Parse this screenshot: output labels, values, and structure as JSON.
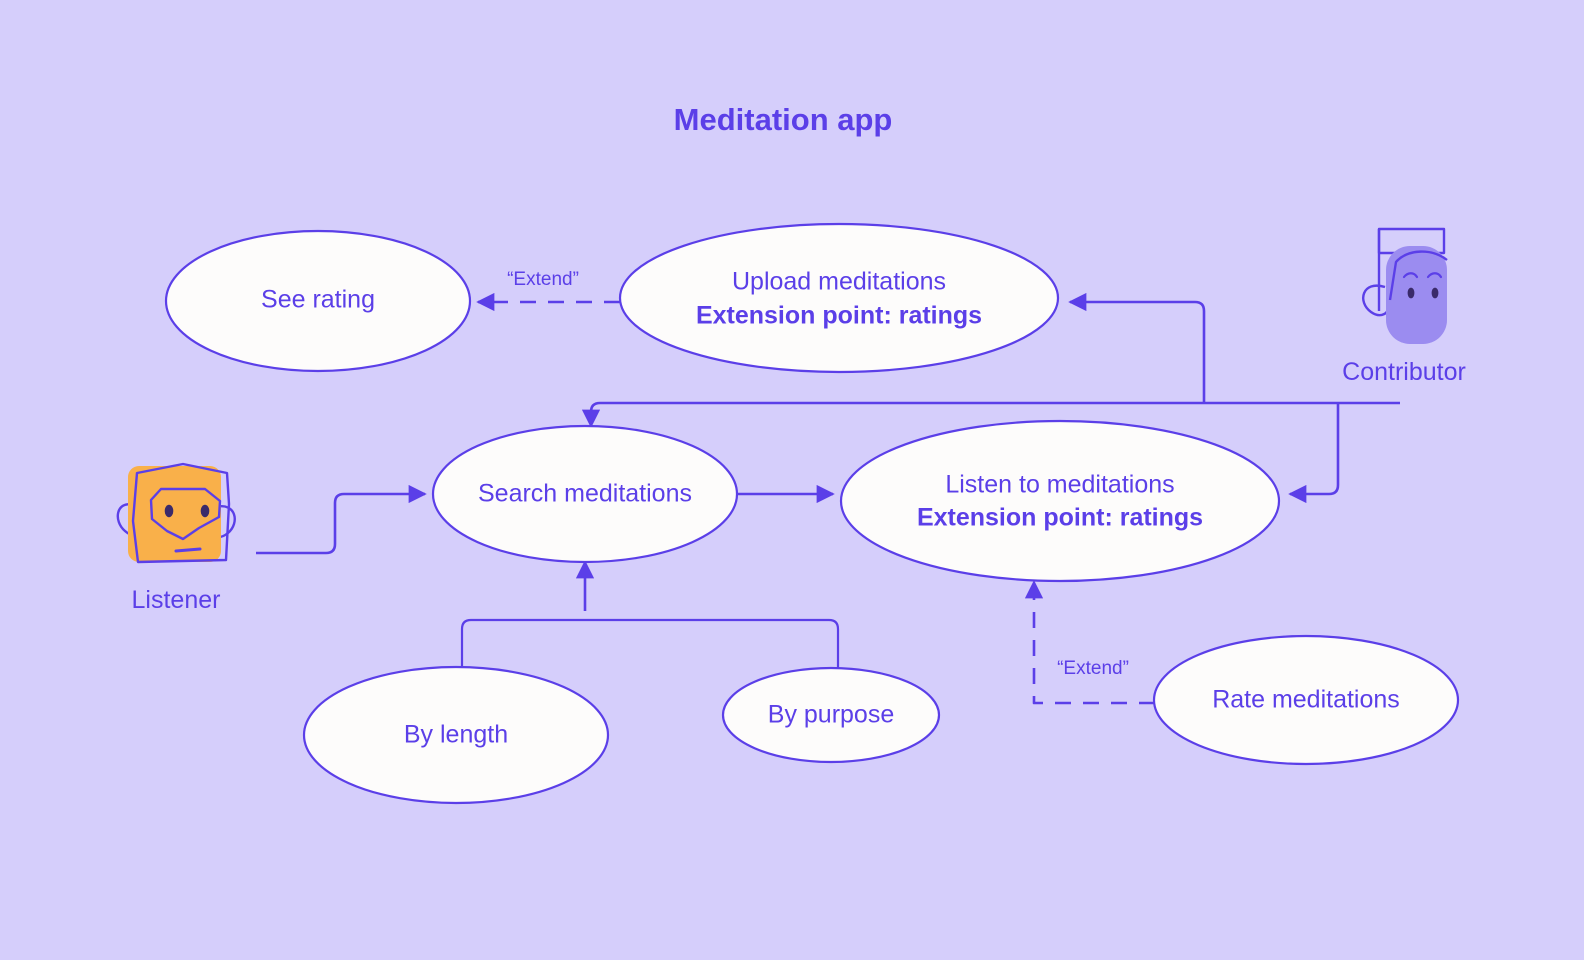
{
  "diagram": {
    "title": "Meditation app",
    "type": "uml-use-case-diagram",
    "colors": {
      "background": "#d5ceFB",
      "accent": "#5b3fe8",
      "ellipse_fill": "#fdfcfb",
      "actor_listener_fill": "#f9b04a",
      "actor_contributor_fill": "#9b8cf0"
    }
  },
  "actors": [
    {
      "id": "listener",
      "label": "Listener",
      "icon": "listener-face-icon"
    },
    {
      "id": "contributor",
      "label": "Contributor",
      "icon": "contributor-face-icon"
    }
  ],
  "use_cases": [
    {
      "id": "see-rating",
      "line1": "See rating",
      "line2": ""
    },
    {
      "id": "upload-meditations",
      "line1": "Upload meditations",
      "line2": "Extension point: ratings"
    },
    {
      "id": "search-meditations",
      "line1": "Search meditations",
      "line2": ""
    },
    {
      "id": "listen-to-meditations",
      "line1": "Listen to meditations",
      "line2": "Extension point: ratings"
    },
    {
      "id": "by-length",
      "line1": "By length",
      "line2": ""
    },
    {
      "id": "by-purpose",
      "line1": "By purpose",
      "line2": ""
    },
    {
      "id": "rate-meditations",
      "line1": "Rate meditations",
      "line2": ""
    }
  ],
  "edge_labels": {
    "extend_upload_to_see_rating": "“Extend”",
    "extend_rate_to_listen": "“Extend”"
  }
}
